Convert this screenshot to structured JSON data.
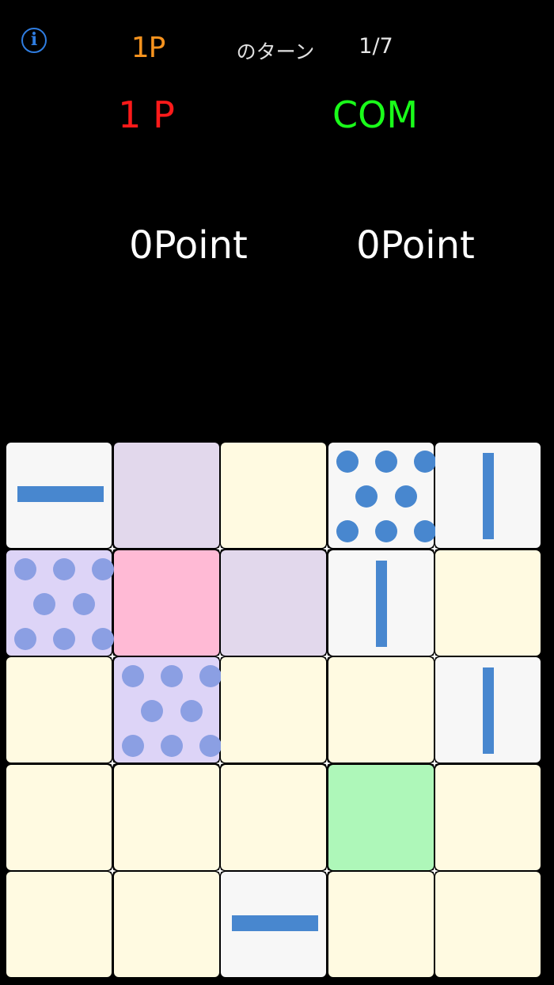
{
  "header": {
    "info_icon_glyph": "i",
    "turn_player": "1P",
    "turn_label": "のターン",
    "turn_count": "1/7"
  },
  "players": [
    {
      "name": "1 P",
      "score": "0Point",
      "color": "#ff1a1a"
    },
    {
      "name": "COM",
      "score": "0Point",
      "color": "#1aff1a"
    }
  ],
  "colors": {
    "cream": "#fffae1",
    "white": "#f7f7f7",
    "lavender": "#e2d8ec",
    "purple": "#ddd4f7",
    "pink": "#ffbad5",
    "green": "#aef7b9",
    "blue_mark": "#4887cf",
    "purple_mark": "#8b9fe3"
  },
  "board": {
    "rows": 5,
    "cols": 5,
    "cells": [
      [
        {
          "bg": "white",
          "mark": "h"
        },
        {
          "bg": "lavender",
          "mark": "none"
        },
        {
          "bg": "cream",
          "mark": "none"
        },
        {
          "bg": "white",
          "mark": "dots"
        },
        {
          "bg": "white",
          "mark": "v"
        }
      ],
      [
        {
          "bg": "purple",
          "mark": "dots"
        },
        {
          "bg": "pink",
          "mark": "none"
        },
        {
          "bg": "lavender",
          "mark": "none"
        },
        {
          "bg": "white",
          "mark": "v"
        },
        {
          "bg": "cream",
          "mark": "none"
        }
      ],
      [
        {
          "bg": "cream",
          "mark": "none"
        },
        {
          "bg": "purple",
          "mark": "dots"
        },
        {
          "bg": "cream",
          "mark": "none"
        },
        {
          "bg": "cream",
          "mark": "none"
        },
        {
          "bg": "white",
          "mark": "v"
        }
      ],
      [
        {
          "bg": "cream",
          "mark": "none"
        },
        {
          "bg": "cream",
          "mark": "none"
        },
        {
          "bg": "cream",
          "mark": "none"
        },
        {
          "bg": "green",
          "mark": "none"
        },
        {
          "bg": "cream",
          "mark": "none"
        }
      ],
      [
        {
          "bg": "cream",
          "mark": "none"
        },
        {
          "bg": "cream",
          "mark": "none"
        },
        {
          "bg": "white",
          "mark": "h"
        },
        {
          "bg": "cream",
          "mark": "none"
        },
        {
          "bg": "cream",
          "mark": "none"
        }
      ]
    ]
  }
}
